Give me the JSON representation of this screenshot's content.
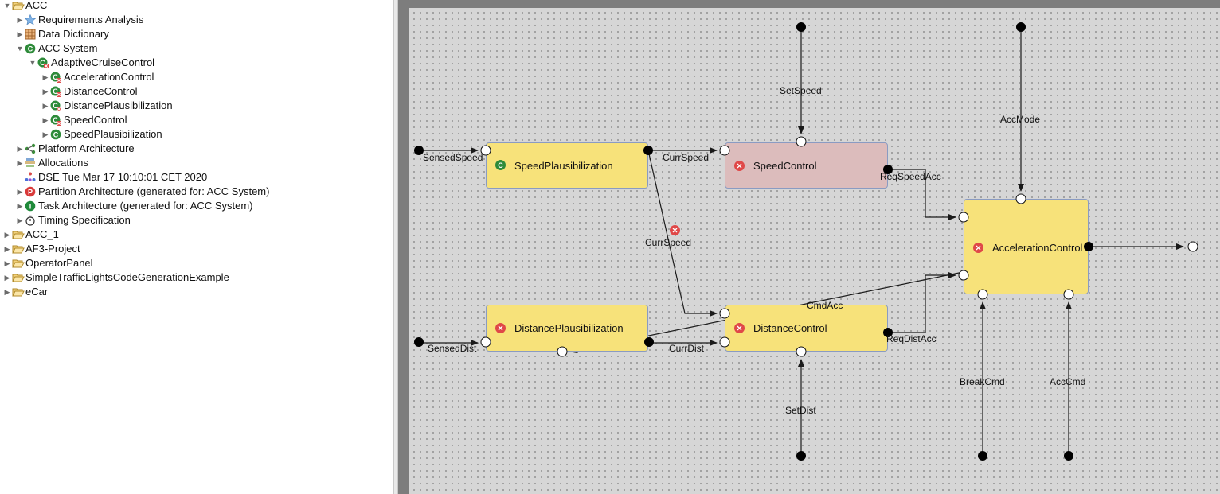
{
  "tree": {
    "items": [
      {
        "label": "ACC",
        "icon": "folder-open-icon",
        "expanded": true
      },
      {
        "label": "Requirements Analysis",
        "icon": "star-icon"
      },
      {
        "label": "Data Dictionary",
        "icon": "data-dictionary-icon"
      },
      {
        "label": "ACC System",
        "icon": "component-icon",
        "expanded": true
      },
      {
        "label": "AdaptiveCruiseControl",
        "icon": "component-error-icon",
        "expanded": true
      },
      {
        "label": "AccelerationControl",
        "icon": "component-error-icon"
      },
      {
        "label": "DistanceControl",
        "icon": "component-error-icon"
      },
      {
        "label": "DistancePlausibilization",
        "icon": "component-error-icon"
      },
      {
        "label": "SpeedControl",
        "icon": "component-error-icon"
      },
      {
        "label": "SpeedPlausibilization",
        "icon": "component-icon"
      },
      {
        "label": "Platform Architecture",
        "icon": "platform-icon"
      },
      {
        "label": "Allocations",
        "icon": "allocations-icon"
      },
      {
        "label": "DSE Tue Mar 17 10:10:01 CET 2020",
        "icon": "dse-icon"
      },
      {
        "label": "Partition Architecture (generated for: ACC System)",
        "icon": "partition-icon"
      },
      {
        "label": "Task Architecture (generated for: ACC System)",
        "icon": "task-icon"
      },
      {
        "label": "Timing Specification",
        "icon": "timing-icon"
      },
      {
        "label": "ACC_1",
        "icon": "folder-icon"
      },
      {
        "label": "AF3-Project",
        "icon": "folder-icon"
      },
      {
        "label": "OperatorPanel",
        "icon": "folder-icon"
      },
      {
        "label": "SimpleTrafficLightsCodeGenerationExample",
        "icon": "folder-icon"
      },
      {
        "label": "eCar",
        "icon": "folder-icon"
      }
    ]
  },
  "diagram": {
    "components": {
      "speed_plausibilization": {
        "name": "SpeedPlausibilization",
        "status": "ok",
        "color": "#f7e27a"
      },
      "speed_control": {
        "name": "SpeedControl",
        "status": "error",
        "color": "#dcbcbc"
      },
      "distance_plausibilization": {
        "name": "DistancePlausibilization",
        "status": "error",
        "color": "#f7e27a"
      },
      "distance_control": {
        "name": "DistanceControl",
        "status": "error",
        "color": "#f7e27a"
      },
      "acceleration_control": {
        "name": "AccelerationControl",
        "status": "error",
        "color": "#f7e27a"
      }
    },
    "channel_labels": {
      "sensed_speed": "SensedSpeed",
      "curr_speed_top": "CurrSpeed",
      "curr_speed_mid": "CurrSpeed",
      "set_speed": "SetSpeed",
      "req_speed_acc": "ReqSpeedAcc",
      "acc_mode": "AccMode",
      "cmd_acc": "CmdAcc",
      "sensed_dist": "SensedDist",
      "curr_dist": "CurrDist",
      "req_dist_acc": "ReqDistAcc",
      "set_dist": "SetDist",
      "break_cmd": "BreakCmd",
      "acc_cmd": "AccCmd"
    }
  },
  "colors": {
    "ok_icon": "#2e8b3a",
    "error_icon": "#e04848",
    "wire": "#1a1a1a"
  }
}
